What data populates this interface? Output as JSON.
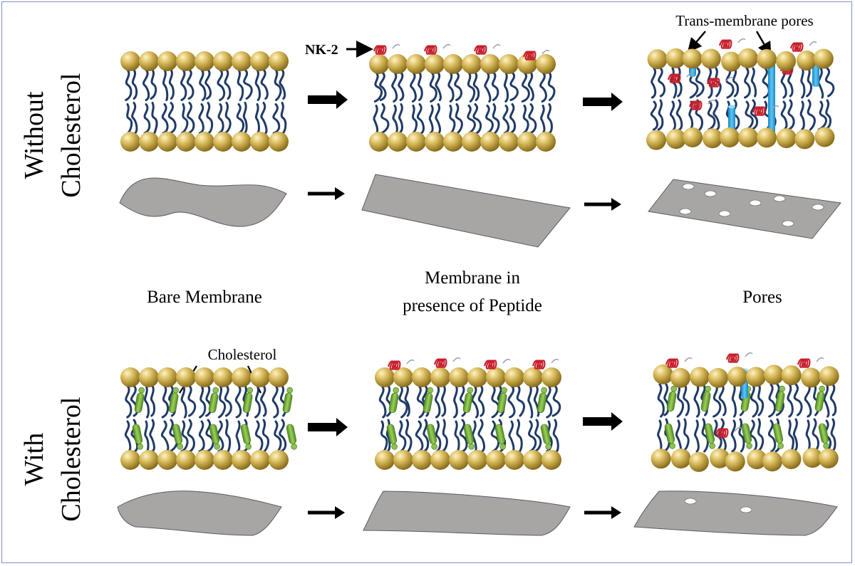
{
  "rows": {
    "without": {
      "line1": "Without",
      "line2": "Cholesterol"
    },
    "with": {
      "line1": "With",
      "line2": "Cholesterol"
    }
  },
  "stages": {
    "bare": "Bare Membrane",
    "peptide_line1": "Membrane in",
    "peptide_line2": "presence of Peptide",
    "pores": "Pores"
  },
  "annotations": {
    "nk2": "NK-2",
    "transmembrane": "Trans-membrane pores",
    "cholesterol": "Cholesterol"
  },
  "colors": {
    "headgroup": "#c9a94c",
    "tail": "#1f3a66",
    "peptide": "#c8202e",
    "pore": "#29a6e6",
    "cholesterol": "#7cb342",
    "sheet": "#a8a5a5",
    "arrow": "#000000"
  }
}
